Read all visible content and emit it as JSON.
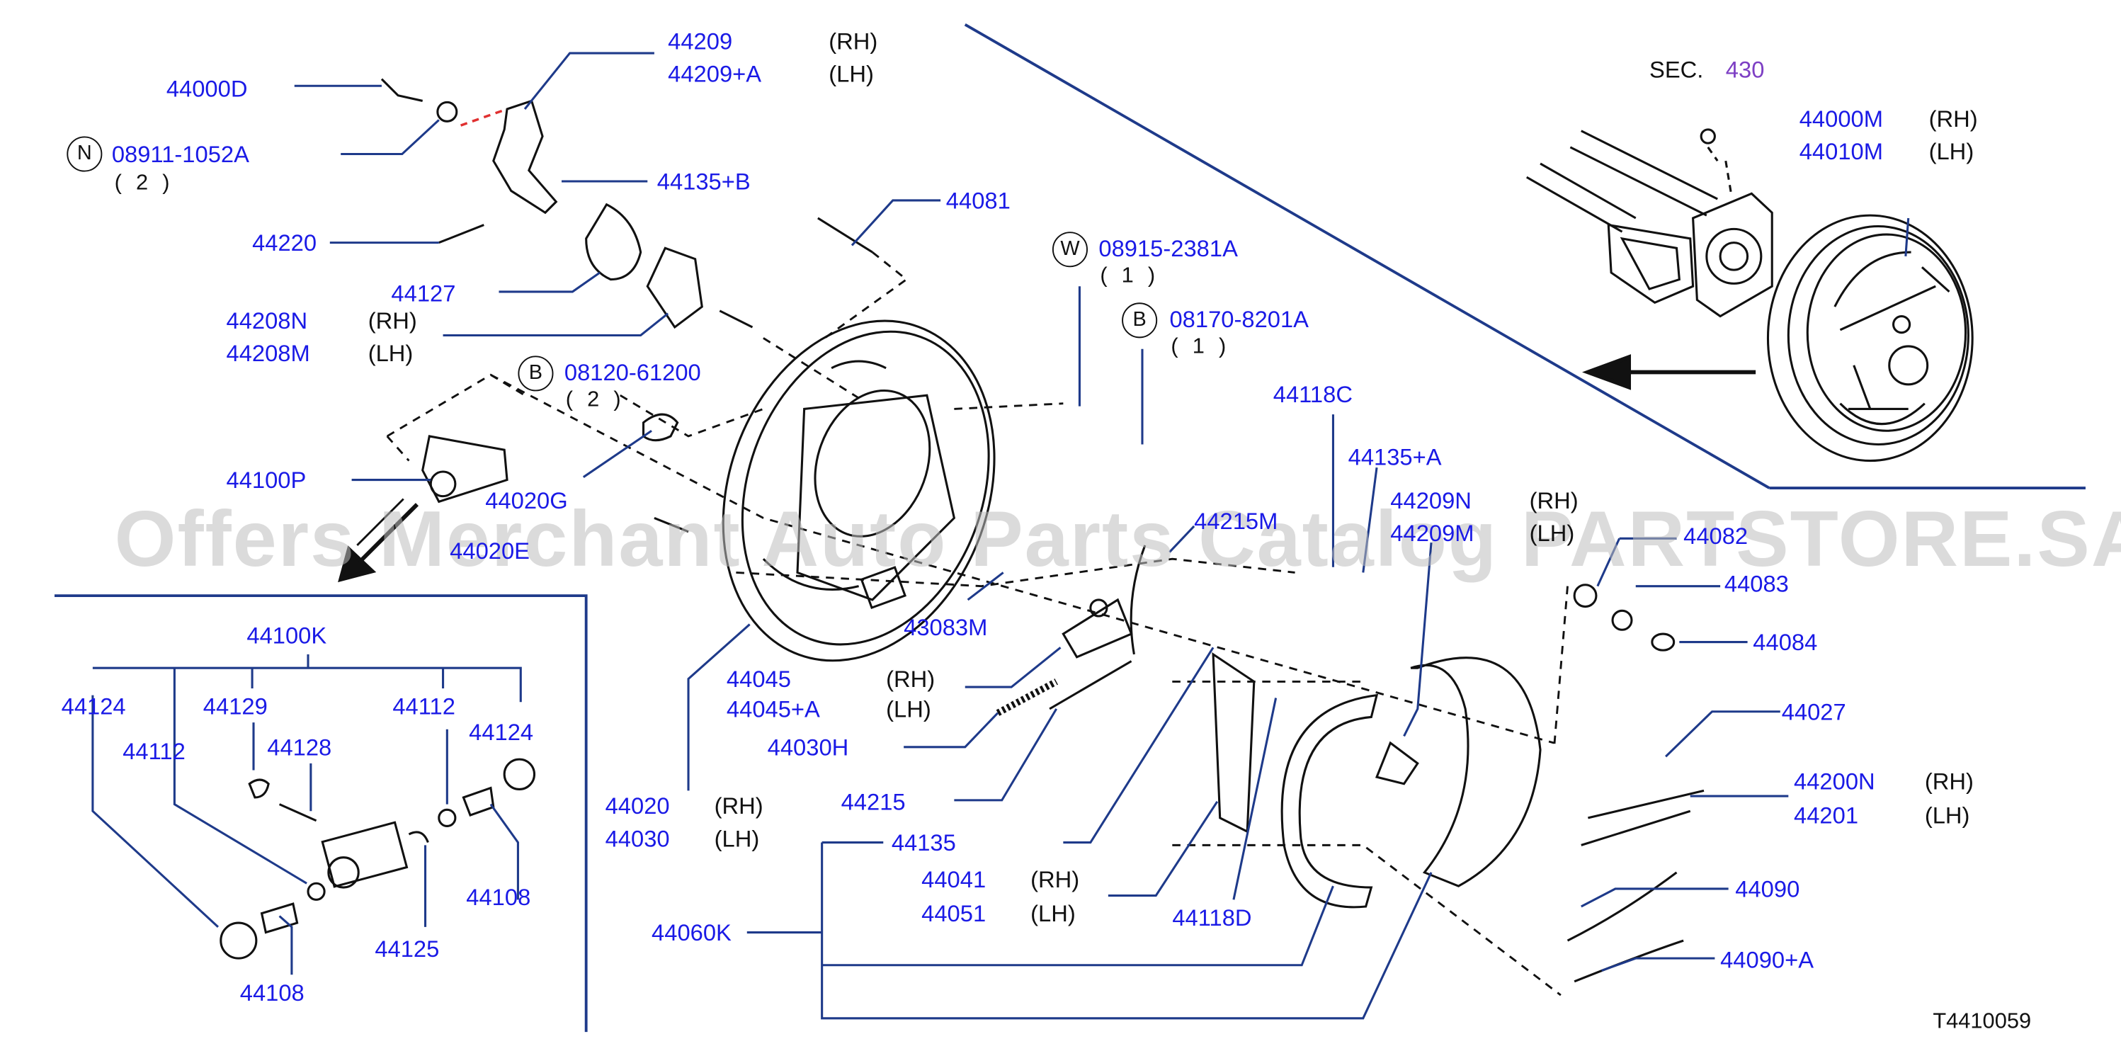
{
  "drawing_id": "T4410059",
  "watermark": "Offers Merchant Auto Parts Catalog PARTSTORE.SA",
  "section_ref": {
    "label": "SEC.",
    "number": "430"
  },
  "callouts": [
    {
      "id": "c1",
      "part": "44000D"
    },
    {
      "id": "c2",
      "badge": "N",
      "part": "08911-1052A",
      "qty": "( 2 )"
    },
    {
      "id": "c3",
      "part": "44209",
      "side": "(RH)"
    },
    {
      "id": "c4",
      "part": "44209+A",
      "side": "(LH)"
    },
    {
      "id": "c5",
      "part": "44135+B"
    },
    {
      "id": "c6",
      "part": "44220"
    },
    {
      "id": "c7",
      "part": "44127"
    },
    {
      "id": "c8",
      "part": "44208N",
      "side": "(RH)"
    },
    {
      "id": "c9",
      "part": "44208M",
      "side": "(LH)"
    },
    {
      "id": "c10",
      "part": "44081"
    },
    {
      "id": "c11",
      "badge": "W",
      "part": "08915-2381A",
      "qty": "( 1 )"
    },
    {
      "id": "c12",
      "badge": "B",
      "part": "08170-8201A",
      "qty": "( 1 )"
    },
    {
      "id": "c13",
      "badge": "B",
      "part": "08120-61200",
      "qty": "( 2 )"
    },
    {
      "id": "c14",
      "part": "44100P"
    },
    {
      "id": "c15",
      "part": "44020G"
    },
    {
      "id": "c16",
      "part": "44020E"
    },
    {
      "id": "c17",
      "part": "44000M",
      "side": "(RH)"
    },
    {
      "id": "c18",
      "part": "44010M",
      "side": "(LH)"
    },
    {
      "id": "c19",
      "part": "44118C"
    },
    {
      "id": "c20",
      "part": "44135+A"
    },
    {
      "id": "c21",
      "part": "44209N",
      "side": "(RH)"
    },
    {
      "id": "c22",
      "part": "44209M",
      "side": "(LH)"
    },
    {
      "id": "c23",
      "part": "44215M"
    },
    {
      "id": "c24",
      "part": "44082"
    },
    {
      "id": "c25",
      "part": "44083"
    },
    {
      "id": "c26",
      "part": "44084"
    },
    {
      "id": "c27",
      "part": "43083M"
    },
    {
      "id": "c28",
      "part": "44045",
      "side": "(RH)"
    },
    {
      "id": "c29",
      "part": "44045+A",
      "side": "(LH)"
    },
    {
      "id": "c30",
      "part": "44030H"
    },
    {
      "id": "c31",
      "part": "44215"
    },
    {
      "id": "c32",
      "part": "44020",
      "side": "(RH)"
    },
    {
      "id": "c33",
      "part": "44030",
      "side": "(LH)"
    },
    {
      "id": "c34",
      "part": "44135"
    },
    {
      "id": "c35",
      "part": "44041",
      "side": "(RH)"
    },
    {
      "id": "c36",
      "part": "44051",
      "side": "(LH)"
    },
    {
      "id": "c37",
      "part": "44060K"
    },
    {
      "id": "c38",
      "part": "44118D"
    },
    {
      "id": "c39",
      "part": "44027"
    },
    {
      "id": "c40",
      "part": "44200N",
      "side": "(RH)"
    },
    {
      "id": "c41",
      "part": "44201",
      "side": "(LH)"
    },
    {
      "id": "c42",
      "part": "44090"
    },
    {
      "id": "c43",
      "part": "44090+A"
    },
    {
      "id": "c44",
      "part": "44100K"
    },
    {
      "id": "c45",
      "part": "44124"
    },
    {
      "id": "c46",
      "part": "44129"
    },
    {
      "id": "c47",
      "part": "44112"
    },
    {
      "id": "c48",
      "part": "44124"
    },
    {
      "id": "c49",
      "part": "44112"
    },
    {
      "id": "c50",
      "part": "44128"
    },
    {
      "id": "c51",
      "part": "44108"
    },
    {
      "id": "c52",
      "part": "44125"
    },
    {
      "id": "c53",
      "part": "44108"
    }
  ],
  "colors": {
    "part_number": "#1a1ae6",
    "lines": "#111111",
    "leaders": "#1e3a8a",
    "hardware_dash": "#e03030",
    "background": "#ffffff"
  }
}
